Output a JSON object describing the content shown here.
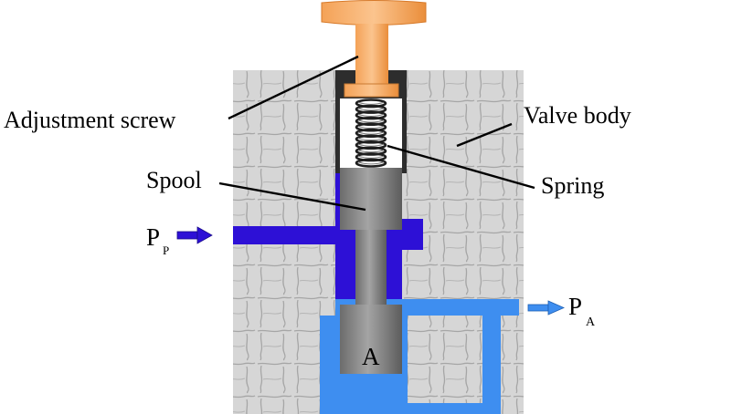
{
  "labels": {
    "adjustment_screw": "Adjustment screw",
    "valve_body": "Valve body",
    "spool": "Spool",
    "spring": "Spring",
    "inlet_main": "P",
    "inlet_sub": "P",
    "outlet_main": "P",
    "outlet_sub": "A",
    "chamber": "A"
  },
  "colors": {
    "valve_body_fill": "#d6d6d6",
    "crack_lines": "#a9a9a9",
    "screw": "#f6a860",
    "high_pressure_port": "#2d10d6",
    "reduced_pressure_port": "#3e8ef0",
    "spool": "#8e8e8e",
    "spring": "#222222",
    "outline": "#000000"
  }
}
